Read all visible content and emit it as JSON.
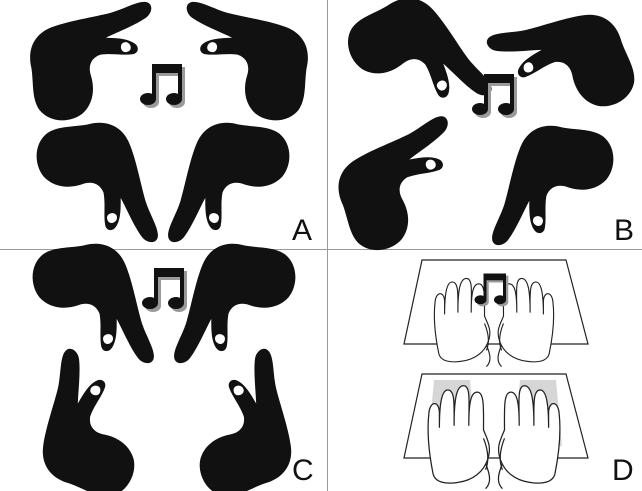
{
  "figure": {
    "panels": [
      {
        "id": "A",
        "label": "A"
      },
      {
        "id": "B",
        "label": "B"
      },
      {
        "id": "C",
        "label": "C"
      },
      {
        "id": "D",
        "label": "D"
      }
    ]
  },
  "colors": {
    "background": "#ffffff",
    "divider": "#9a9a9a",
    "silhouette": "#111111",
    "note_shadow": "#9a9a9a",
    "outline": "#222222",
    "light_fill": "#ffffff",
    "grey_fill": "#d6d6d6"
  },
  "icons": {
    "hand": "hand-silhouette-icon",
    "notes": "beamed-eighth-notes-icon",
    "outline_hands": "outlined-hand-pair-icon"
  }
}
